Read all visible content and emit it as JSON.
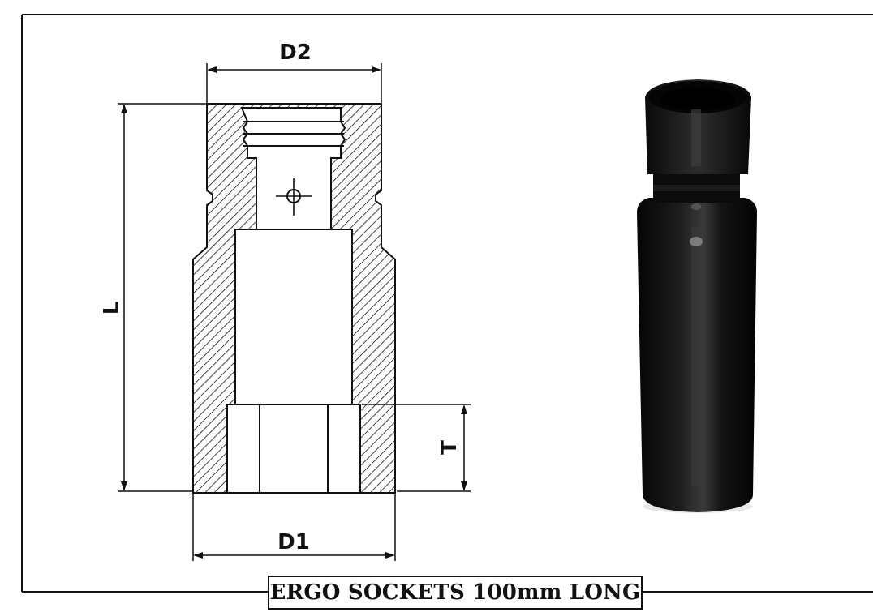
{
  "drawing": {
    "dimension_labels": {
      "d2": "D2",
      "d1": "D1",
      "l": "L",
      "t": "T"
    }
  },
  "caption": {
    "text": "ERGO SOCKETS 100mm LONG"
  },
  "colors": {
    "line": "#111111",
    "background": "#ffffff",
    "socket_body": "#0d0d0d"
  }
}
